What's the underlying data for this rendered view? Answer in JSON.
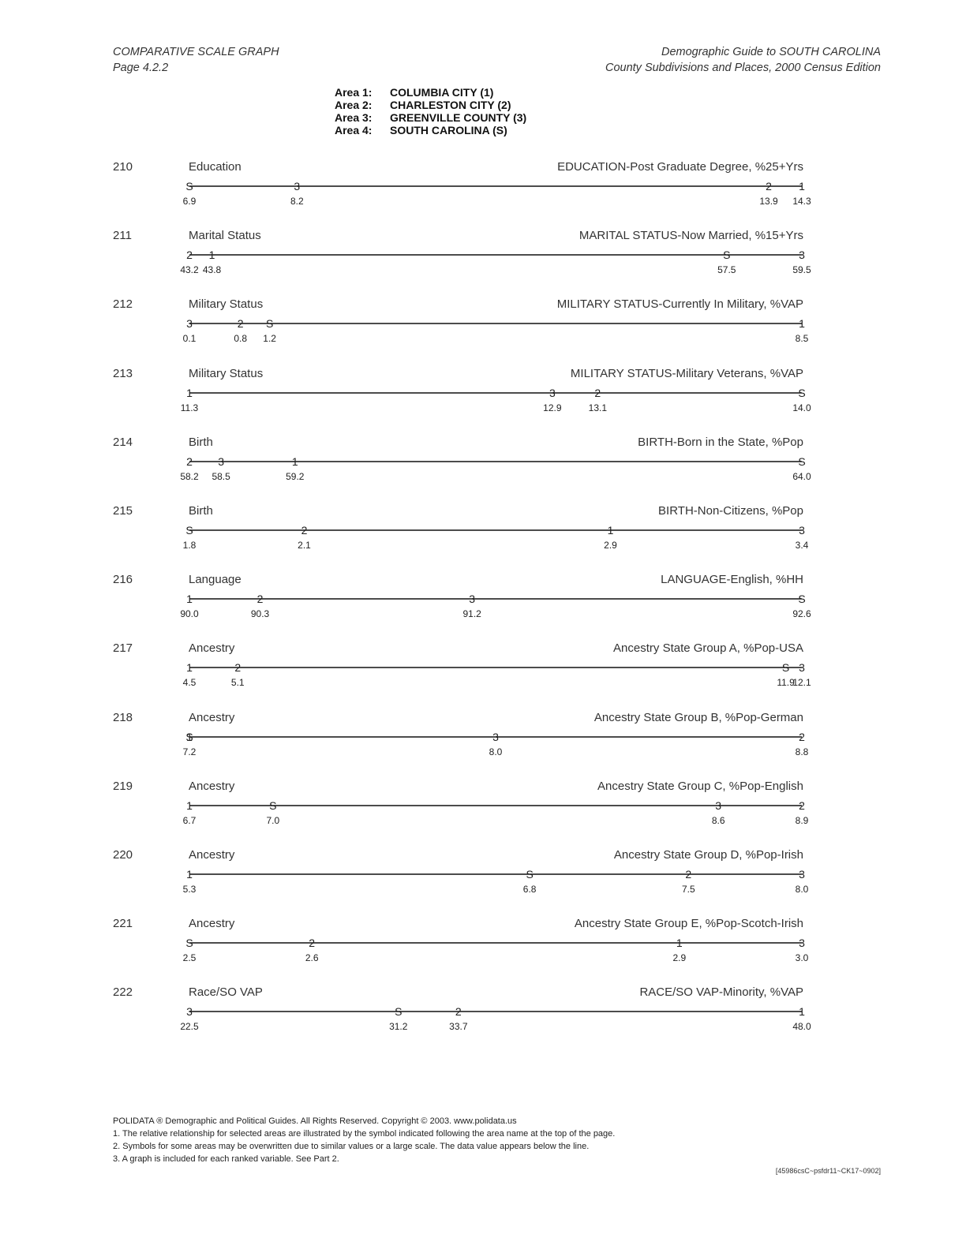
{
  "header": {
    "left_title": "COMPARATIVE SCALE GRAPH",
    "left_page": "Page 4.2.2",
    "right_title": "Demographic Guide to SOUTH CAROLINA",
    "right_subtitle": "County Subdivisions and Places, 2000 Census Edition"
  },
  "legend": [
    {
      "label": "Area 1:",
      "name": "COLUMBIA CITY (1)"
    },
    {
      "label": "Area 2:",
      "name": "CHARLESTON CITY (2)"
    },
    {
      "label": "Area 3:",
      "name": "GREENVILLE COUNTY (3)"
    },
    {
      "label": "Area 4:",
      "name": "SOUTH CAROLINA (S)"
    }
  ],
  "chart_data": [
    {
      "type": "scale",
      "number": "210",
      "category": "Education",
      "title": "EDUCATION-Post Graduate Degree, %25+Yrs",
      "points": [
        {
          "symbol": "S",
          "value": 6.9,
          "label": "6.9"
        },
        {
          "symbol": "3",
          "value": 8.2,
          "label": "8.2"
        },
        {
          "symbol": "2",
          "value": 13.9,
          "label": "13.9"
        },
        {
          "symbol": "1",
          "value": 14.3,
          "label": "14.3"
        }
      ]
    },
    {
      "type": "scale",
      "number": "211",
      "category": "Marital Status",
      "title": "MARITAL STATUS-Now Married, %15+Yrs",
      "points": [
        {
          "symbol": "2",
          "value": 43.2,
          "label": "43.2"
        },
        {
          "symbol": "1",
          "value": 43.8,
          "label": "43.8"
        },
        {
          "symbol": "S",
          "value": 57.5,
          "label": "57.5"
        },
        {
          "symbol": "3",
          "value": 59.5,
          "label": "59.5"
        }
      ]
    },
    {
      "type": "scale",
      "number": "212",
      "category": "Military Status",
      "title": "MILITARY STATUS-Currently In Military, %VAP",
      "points": [
        {
          "symbol": "3",
          "value": 0.1,
          "label": "0.1"
        },
        {
          "symbol": "2",
          "value": 0.8,
          "label": "0.8"
        },
        {
          "symbol": "S",
          "value": 1.2,
          "label": "1.2"
        },
        {
          "symbol": "1",
          "value": 8.5,
          "label": "8.5"
        }
      ]
    },
    {
      "type": "scale",
      "number": "213",
      "category": "Military Status",
      "title": "MILITARY STATUS-Military Veterans, %VAP",
      "points": [
        {
          "symbol": "1",
          "value": 11.3,
          "label": "11.3"
        },
        {
          "symbol": "3",
          "value": 12.9,
          "label": "12.9"
        },
        {
          "symbol": "2",
          "value": 13.1,
          "label": "13.1"
        },
        {
          "symbol": "S",
          "value": 14.0,
          "label": "14.0"
        }
      ]
    },
    {
      "type": "scale",
      "number": "214",
      "category": "Birth",
      "title": "BIRTH-Born in the State, %Pop",
      "points": [
        {
          "symbol": "2",
          "value": 58.2,
          "label": "58.2"
        },
        {
          "symbol": "3",
          "value": 58.5,
          "label": "58.5"
        },
        {
          "symbol": "1",
          "value": 59.2,
          "label": "59.2"
        },
        {
          "symbol": "S",
          "value": 64.0,
          "label": "64.0"
        }
      ]
    },
    {
      "type": "scale",
      "number": "215",
      "category": "Birth",
      "title": "BIRTH-Non-Citizens, %Pop",
      "points": [
        {
          "symbol": "S",
          "value": 1.8,
          "label": "1.8"
        },
        {
          "symbol": "2",
          "value": 2.1,
          "label": "2.1"
        },
        {
          "symbol": "1",
          "value": 2.9,
          "label": "2.9"
        },
        {
          "symbol": "3",
          "value": 3.4,
          "label": "3.4"
        }
      ]
    },
    {
      "type": "scale",
      "number": "216",
      "category": "Language",
      "title": "LANGUAGE-English, %HH",
      "points": [
        {
          "symbol": "1",
          "value": 90.0,
          "label": "90.0"
        },
        {
          "symbol": "2",
          "value": 90.3,
          "label": "90.3"
        },
        {
          "symbol": "3",
          "value": 91.2,
          "label": "91.2"
        },
        {
          "symbol": "S",
          "value": 92.6,
          "label": "92.6"
        }
      ]
    },
    {
      "type": "scale",
      "number": "217",
      "category": "Ancestry",
      "title": "Ancestry State Group A, %Pop-USA",
      "points": [
        {
          "symbol": "1",
          "value": 4.5,
          "label": "4.5"
        },
        {
          "symbol": "2",
          "value": 5.1,
          "label": "5.1"
        },
        {
          "symbol": "S",
          "value": 11.9,
          "label": "11.9"
        },
        {
          "symbol": "3",
          "value": 12.1,
          "label": "12.1"
        }
      ]
    },
    {
      "type": "scale",
      "number": "218",
      "category": "Ancestry",
      "title": "Ancestry State Group B, %Pop-German",
      "points": [
        {
          "symbol": "S",
          "value": 7.2,
          "label": "7.2"
        },
        {
          "symbol": "1",
          "value": 7.2,
          "label": ""
        },
        {
          "symbol": "3",
          "value": 8.0,
          "label": "8.0"
        },
        {
          "symbol": "2",
          "value": 8.8,
          "label": "8.8"
        }
      ]
    },
    {
      "type": "scale",
      "number": "219",
      "category": "Ancestry",
      "title": "Ancestry State Group C, %Pop-English",
      "points": [
        {
          "symbol": "1",
          "value": 6.7,
          "label": "6.7"
        },
        {
          "symbol": "S",
          "value": 7.0,
          "label": "7.0"
        },
        {
          "symbol": "3",
          "value": 8.6,
          "label": "8.6"
        },
        {
          "symbol": "2",
          "value": 8.9,
          "label": "8.9"
        }
      ]
    },
    {
      "type": "scale",
      "number": "220",
      "category": "Ancestry",
      "title": "Ancestry State Group D, %Pop-Irish",
      "points": [
        {
          "symbol": "1",
          "value": 5.3,
          "label": "5.3"
        },
        {
          "symbol": "S",
          "value": 6.8,
          "label": "6.8"
        },
        {
          "symbol": "2",
          "value": 7.5,
          "label": "7.5"
        },
        {
          "symbol": "3",
          "value": 8.0,
          "label": "8.0"
        }
      ]
    },
    {
      "type": "scale",
      "number": "221",
      "category": "Ancestry",
      "title": "Ancestry State Group E, %Pop-Scotch-Irish",
      "points": [
        {
          "symbol": "S",
          "value": 2.5,
          "label": "2.5"
        },
        {
          "symbol": "2",
          "value": 2.6,
          "label": "2.6"
        },
        {
          "symbol": "1",
          "value": 2.9,
          "label": "2.9"
        },
        {
          "symbol": "3",
          "value": 3.0,
          "label": "3.0"
        }
      ]
    },
    {
      "type": "scale",
      "number": "222",
      "category": "Race/SO VAP",
      "title": "RACE/SO VAP-Minority, %VAP",
      "points": [
        {
          "symbol": "3",
          "value": 22.5,
          "label": "22.5"
        },
        {
          "symbol": "S",
          "value": 31.2,
          "label": "31.2"
        },
        {
          "symbol": "2",
          "value": 33.7,
          "label": "33.7"
        },
        {
          "symbol": "1",
          "value": 48.0,
          "label": "48.0"
        }
      ]
    }
  ],
  "footer": {
    "copyright": "POLIDATA ® Demographic and Political Guides. All Rights Reserved. Copyright © 2003. www.polidata.us",
    "note1": "1. The relative relationship for selected areas are illustrated by the symbol indicated following the area name at the top of the page.",
    "note2": "2. Symbols for some areas may be overwritten due to similar values or a large scale. The data value appears below the line.",
    "note3": "3. A graph is included for each ranked variable. See Part 2.",
    "code": "[45986csC~psfdr11~CK17~0902]"
  }
}
